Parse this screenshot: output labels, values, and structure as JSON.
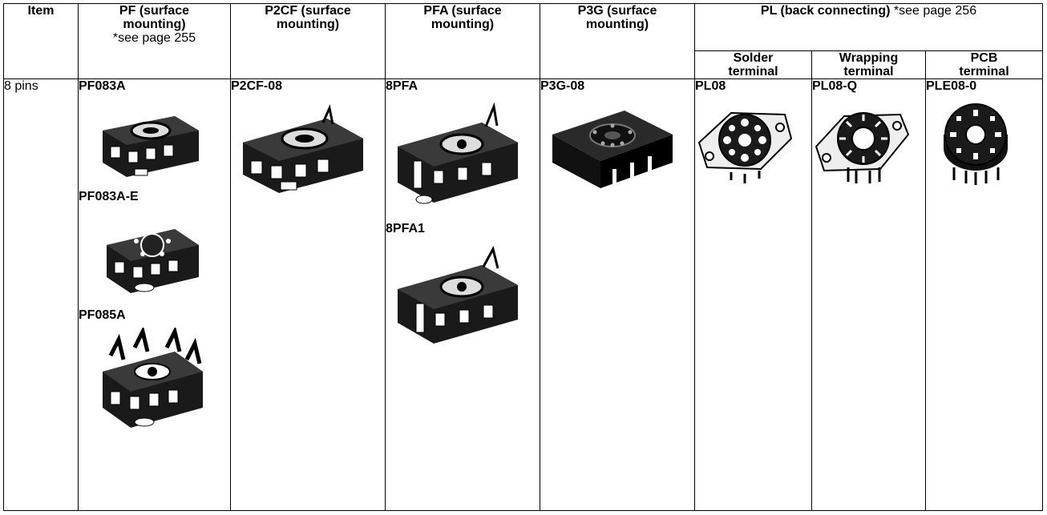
{
  "headers": {
    "item": "Item",
    "pf": "PF (surface mounting)",
    "pf_note": "*see page 255",
    "p2cf": "P2CF (surface mounting)",
    "pfa": "PFA (surface mounting)",
    "p3g": "P3G (surface mounting)",
    "pl": "PL (back connecting)",
    "pl_note": "*see page 256",
    "solder": "Solder terminal",
    "wrapping": "Wrapping terminal",
    "pcb": "PCB terminal"
  },
  "row": {
    "item": "8 pins",
    "pf_models": [
      "PF083A",
      "PF083A-E",
      "PF085A"
    ],
    "p2cf_model": "P2CF-08",
    "pfa_models": [
      "8PFA",
      "8PFA1"
    ],
    "p3g_model": "P3G-08",
    "pl_solder_model": "PL08",
    "pl_wrapping_model": "PL08-Q",
    "pl_pcb_model": "PLE08-0"
  }
}
